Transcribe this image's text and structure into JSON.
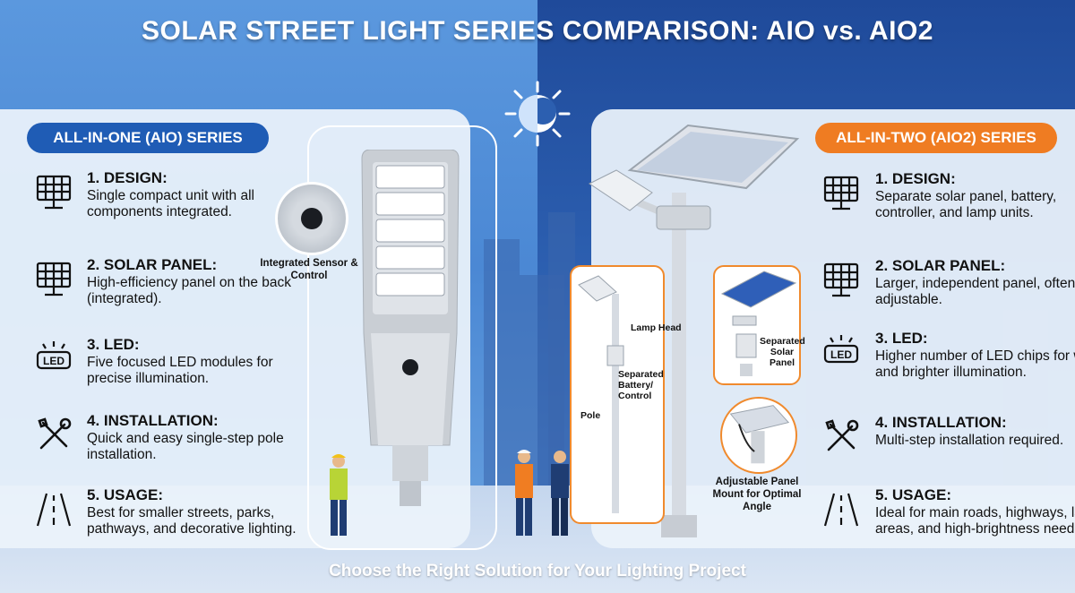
{
  "title": "SOLAR STREET LIGHT SERIES COMPARISON: AIO vs. AIO2",
  "left": {
    "badge": "ALL-IN-ONE (AIO) SERIES",
    "features": [
      {
        "icon": "solar-panel-icon",
        "heading": "1. DESIGN:",
        "text": "Single compact unit with all components integrated."
      },
      {
        "icon": "solar-panel-icon",
        "heading": "2. SOLAR PANEL:",
        "text": "High-efficiency panel on the back (integrated)."
      },
      {
        "icon": "led-icon",
        "heading": "3. LED:",
        "text": "Five focused LED modules for precise illumination."
      },
      {
        "icon": "tools-icon",
        "heading": "4. INSTALLATION:",
        "text": "Quick and easy single-step pole installation."
      },
      {
        "icon": "road-icon",
        "heading": "5. USAGE:",
        "text": "Best for smaller streets, parks, pathways, and decorative lighting."
      }
    ],
    "sensor_label": "Integrated Sensor & Control"
  },
  "right": {
    "badge": "ALL-IN-TWO (AIO2) SERIES",
    "features": [
      {
        "icon": "solar-panel-icon",
        "heading": "1. DESIGN:",
        "text": "Separate solar panel, battery, controller, and lamp units."
      },
      {
        "icon": "solar-panel-icon",
        "heading": "2. SOLAR PANEL:",
        "text": "Larger, independent panel, often adjustable."
      },
      {
        "icon": "led-icon",
        "heading": "3. LED:",
        "text": "Higher number of LED chips for wider and brighter illumination."
      },
      {
        "icon": "tools-icon",
        "heading": "4. INSTALLATION:",
        "text": "Multi-step installation required."
      },
      {
        "icon": "road-icon",
        "heading": "5. USAGE:",
        "text": "Ideal for main roads, highways, larger areas, and high-brightness need"
      }
    ],
    "labels": {
      "lamp_head": "Lamp Head",
      "battery": "Separated Battery/ Control",
      "pole": "Pole",
      "solar_panel": "Separated Solar Panel",
      "adjustable": "Adjustable Panel Mount for Optimal Angle"
    }
  },
  "icons": {
    "led_text": "LED"
  },
  "footer": "Choose the Right Solution for Your Lighting Project",
  "colors": {
    "left_badge": "#1f5cb5",
    "right_badge": "#ef7c22",
    "inset_border": "#f08a2d"
  }
}
